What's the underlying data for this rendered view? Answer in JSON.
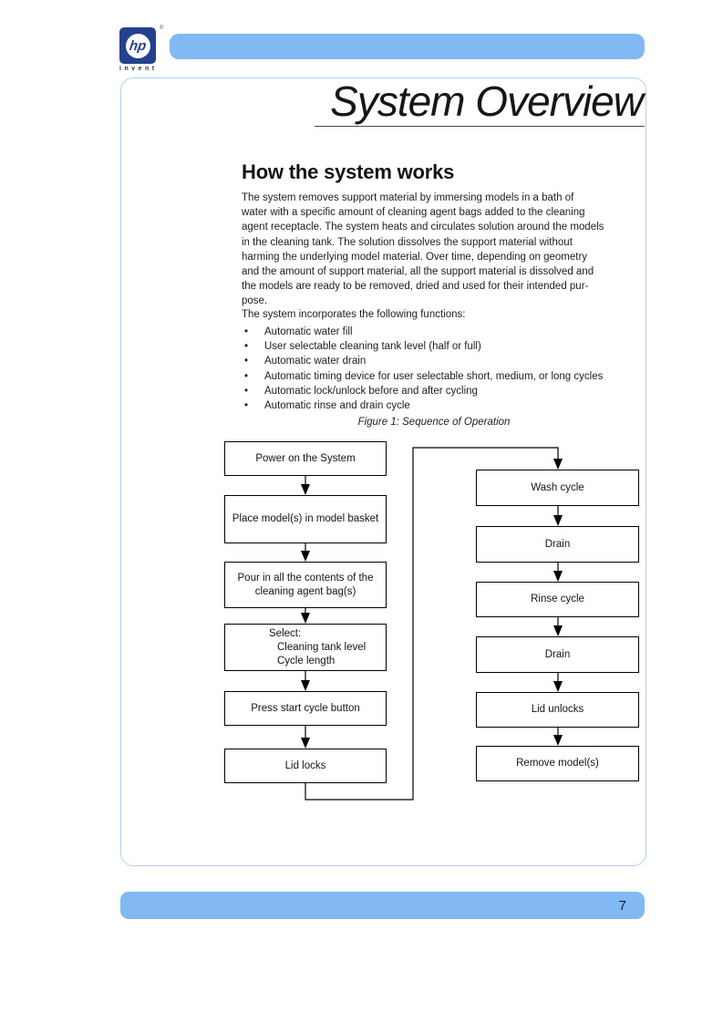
{
  "logo": {
    "brand": "hp",
    "tagline": "invent",
    "registered_mark": "®"
  },
  "title": "System Overview",
  "page": {
    "number": "7"
  },
  "colors": {
    "accent_blue": "#82B9F3",
    "logo_navy": "#24418E",
    "frame_blue": "#B3D1EE"
  },
  "section": {
    "heading": "How the system works",
    "paragraph_lines": [
      "The system removes support material by immersing models in a bath of",
      "water with a specific amount of cleaning agent bags added to the cleaning",
      "agent receptacle. The system heats and circulates solution around the models",
      "in the cleaning tank. The solution dissolves the support material without",
      "harming the underlying model material. Over time, depending on geometry",
      "and the amount of support material, all the support material is dissolved and",
      "the models are ready to be removed, dried and used for their intended pur-",
      "pose."
    ],
    "functions_intro": "The system incorporates the following functions:",
    "bullet_char": "•",
    "bullets": [
      "Automatic water fill",
      "User selectable cleaning tank level (half or full)",
      "Automatic water drain",
      "Automatic timing device for user selectable short, medium, or long cycles",
      "Automatic lock/unlock before and after cycling",
      "Automatic rinse and drain cycle"
    ]
  },
  "figure": {
    "caption": "Figure 1: Sequence of Operation"
  },
  "flowchart": {
    "left": [
      {
        "label": "Power on the System"
      },
      {
        "label": "Place model(s) in model basket"
      },
      {
        "label": "Pour in all the contents of the\ncleaning agent bag(s)"
      },
      {
        "title": "Select:",
        "options": [
          "Cleaning tank level",
          "Cycle length"
        ]
      },
      {
        "label": "Press start cycle button"
      },
      {
        "label": "Lid locks"
      }
    ],
    "right": [
      {
        "label": "Wash cycle"
      },
      {
        "label": "Drain"
      },
      {
        "label": "Rinse cycle"
      },
      {
        "label": "Drain"
      },
      {
        "label": "Lid unlocks"
      },
      {
        "label": "Remove model(s)"
      }
    ]
  }
}
